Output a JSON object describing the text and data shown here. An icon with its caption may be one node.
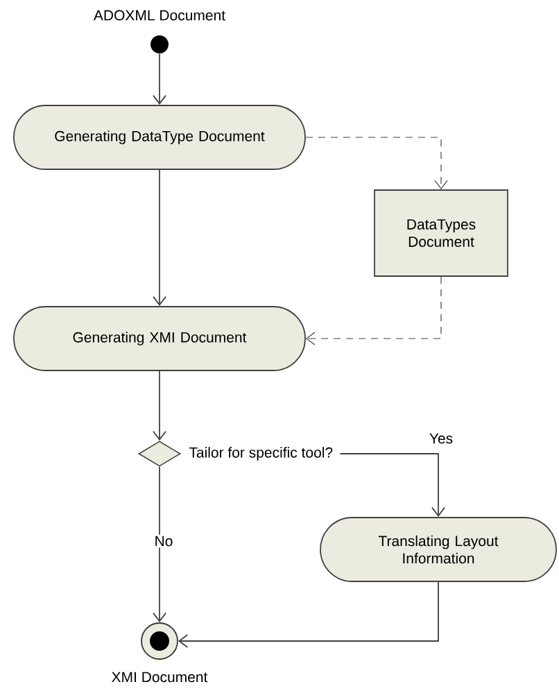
{
  "diagram": {
    "nodes": [
      {
        "text": [],
        "shape": "circle",
        "beside": [
          "ADOXML Document"
        ]
      },
      {
        "text": [
          "Generating DataType Document"
        ]
      },
      {
        "text": [
          "DataTypes Document"
        ]
      },
      {
        "text": [
          "Generating XMI Document"
        ]
      },
      {
        "text": [],
        "shape": "diamond",
        "beside": [
          "Tailor for specific tool?"
        ]
      },
      {
        "text": [
          "Translating Layout Information"
        ]
      },
      {
        "text": [],
        "shape": "circle",
        "beside": [
          "XMI Document"
        ]
      }
    ],
    "edges": [
      {
        "from": 0,
        "to": 1,
        "arrow": "to"
      },
      {
        "from": 1,
        "to": 2,
        "arrow": "to",
        "style": "dashed"
      },
      {
        "from": 1,
        "to": 3,
        "arrow": "to"
      },
      {
        "from": 2,
        "to": 3,
        "arrow": "to",
        "style": "dashed"
      },
      {
        "from": 3,
        "to": 4,
        "arrow": "to"
      },
      {
        "from": 4,
        "to": 5,
        "arrow": "to",
        "label": "Yes"
      },
      {
        "from": 4,
        "to": 6,
        "arrow": "to",
        "label": "No"
      },
      {
        "from": 5,
        "to": 6,
        "arrow": "to"
      }
    ]
  }
}
